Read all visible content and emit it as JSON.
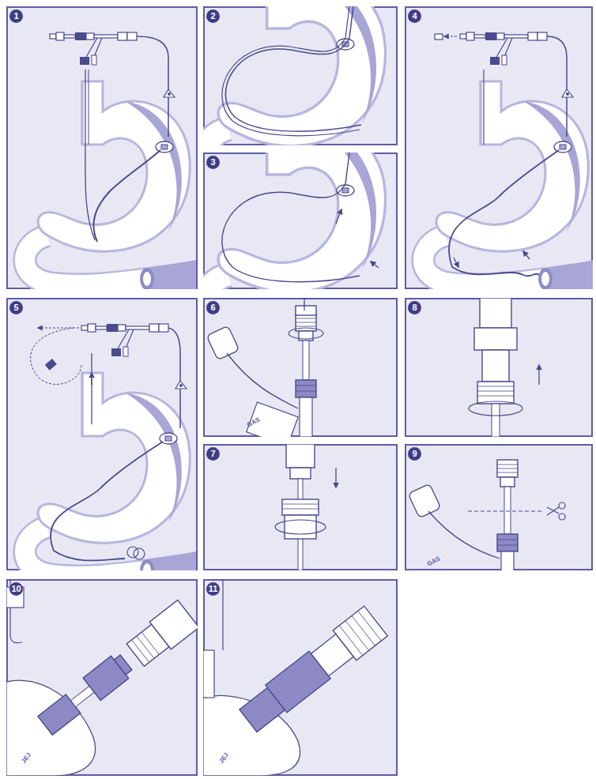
{
  "diagram": {
    "nodes": [
      {
        "text": [
          "1"
        ]
      },
      {
        "text": [
          "2"
        ]
      },
      {
        "text": [
          "3"
        ]
      },
      {
        "text": [
          "4"
        ]
      },
      {
        "text": [
          "5"
        ]
      },
      {
        "text": [
          "6"
        ]
      },
      {
        "text": [
          "7"
        ]
      },
      {
        "text": [
          "8"
        ]
      },
      {
        "text": [
          "9"
        ]
      },
      {
        "text": [
          "10"
        ]
      },
      {
        "text": [
          "11"
        ]
      }
    ],
    "labels": [
      "GAS",
      "GAS",
      "JEJ",
      "JEJ"
    ]
  }
}
